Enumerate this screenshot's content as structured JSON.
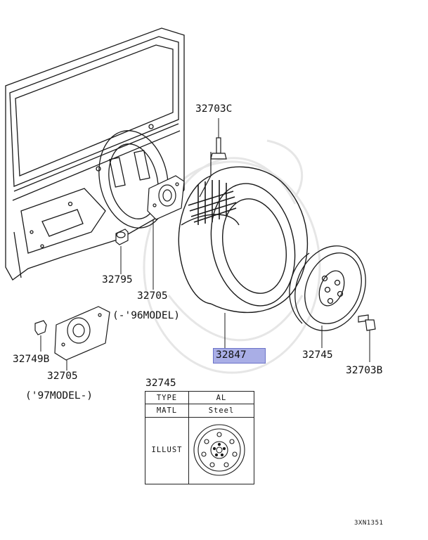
{
  "labels": {
    "p32703c": "32703C",
    "p32795": "32795",
    "p32705a": "32705",
    "note96": "(-'96MODEL)",
    "p32749b": "32749B",
    "p32705b": "32705",
    "note97": "('97MODEL-)",
    "p32847": "32847",
    "p32745": "32745",
    "p32703b": "32703B",
    "diagram_code": "3XN1351"
  },
  "table": {
    "title": "32745",
    "rows": [
      {
        "key": "TYPE",
        "value": "AL"
      },
      {
        "key": "MATL",
        "value": "Steel"
      },
      {
        "key": "ILLUST",
        "value": ""
      }
    ]
  },
  "colors": {
    "line": "#1a1a1a",
    "highlight": "#a9aee6",
    "watermark": "#e8e8e8"
  }
}
